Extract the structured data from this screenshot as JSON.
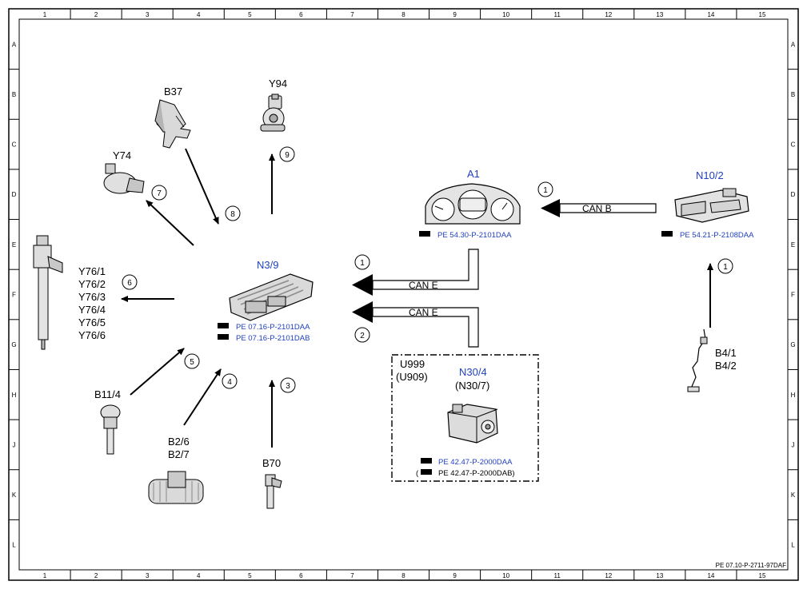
{
  "grid": {
    "columns": [
      "1",
      "2",
      "3",
      "4",
      "5",
      "6",
      "7",
      "8",
      "9",
      "10",
      "11",
      "12",
      "13",
      "14",
      "15"
    ],
    "rows": [
      "A",
      "B",
      "C",
      "D",
      "E",
      "F",
      "G",
      "H",
      "J",
      "K",
      "L"
    ]
  },
  "doc_ref": "PE 07.10-P-2711-97DAF",
  "components": {
    "b37": "B37",
    "y94": "Y94",
    "y74": "Y74",
    "a1": "A1",
    "n10_2": "N10/2",
    "n3_9": "N3/9",
    "y76": [
      "Y76/1",
      "Y76/2",
      "Y76/3",
      "Y76/4",
      "Y76/5",
      "Y76/6"
    ],
    "b11_4": "B11/4",
    "b2": [
      "B2/6",
      "B2/7"
    ],
    "b70": "B70",
    "b4": [
      "B4/1",
      "B4/2"
    ],
    "u999": "U999",
    "u909": "(U909)",
    "n30_4": "N30/4",
    "n30_7": "(N30/7)"
  },
  "refs": {
    "a1": "PE 54.30-P-2101DAA",
    "n10_2": "PE 54.21-P-2108DAA",
    "n3_9_1": "PE 07.16-P-2101DAA",
    "n3_9_2": "PE 07.16-P-2101DAB",
    "n30_1": "PE 42.47-P-2000DAA",
    "n30_2": "PE 42.47-P-2000DAB)",
    "n30_2_open": "("
  },
  "bus": {
    "can_b": "CAN B",
    "can_e_1": "CAN E",
    "can_e_2": "CAN E"
  },
  "callouts": {
    "c1_a1": "1",
    "c1_n39": "1",
    "c1_b4": "1",
    "c2": "2",
    "c3": "3",
    "c4": "4",
    "c5": "5",
    "c6": "6",
    "c7": "7",
    "c8": "8",
    "c9": "9"
  },
  "colors": {
    "accent_blue": "#1f3fbf",
    "line": "#000000"
  }
}
